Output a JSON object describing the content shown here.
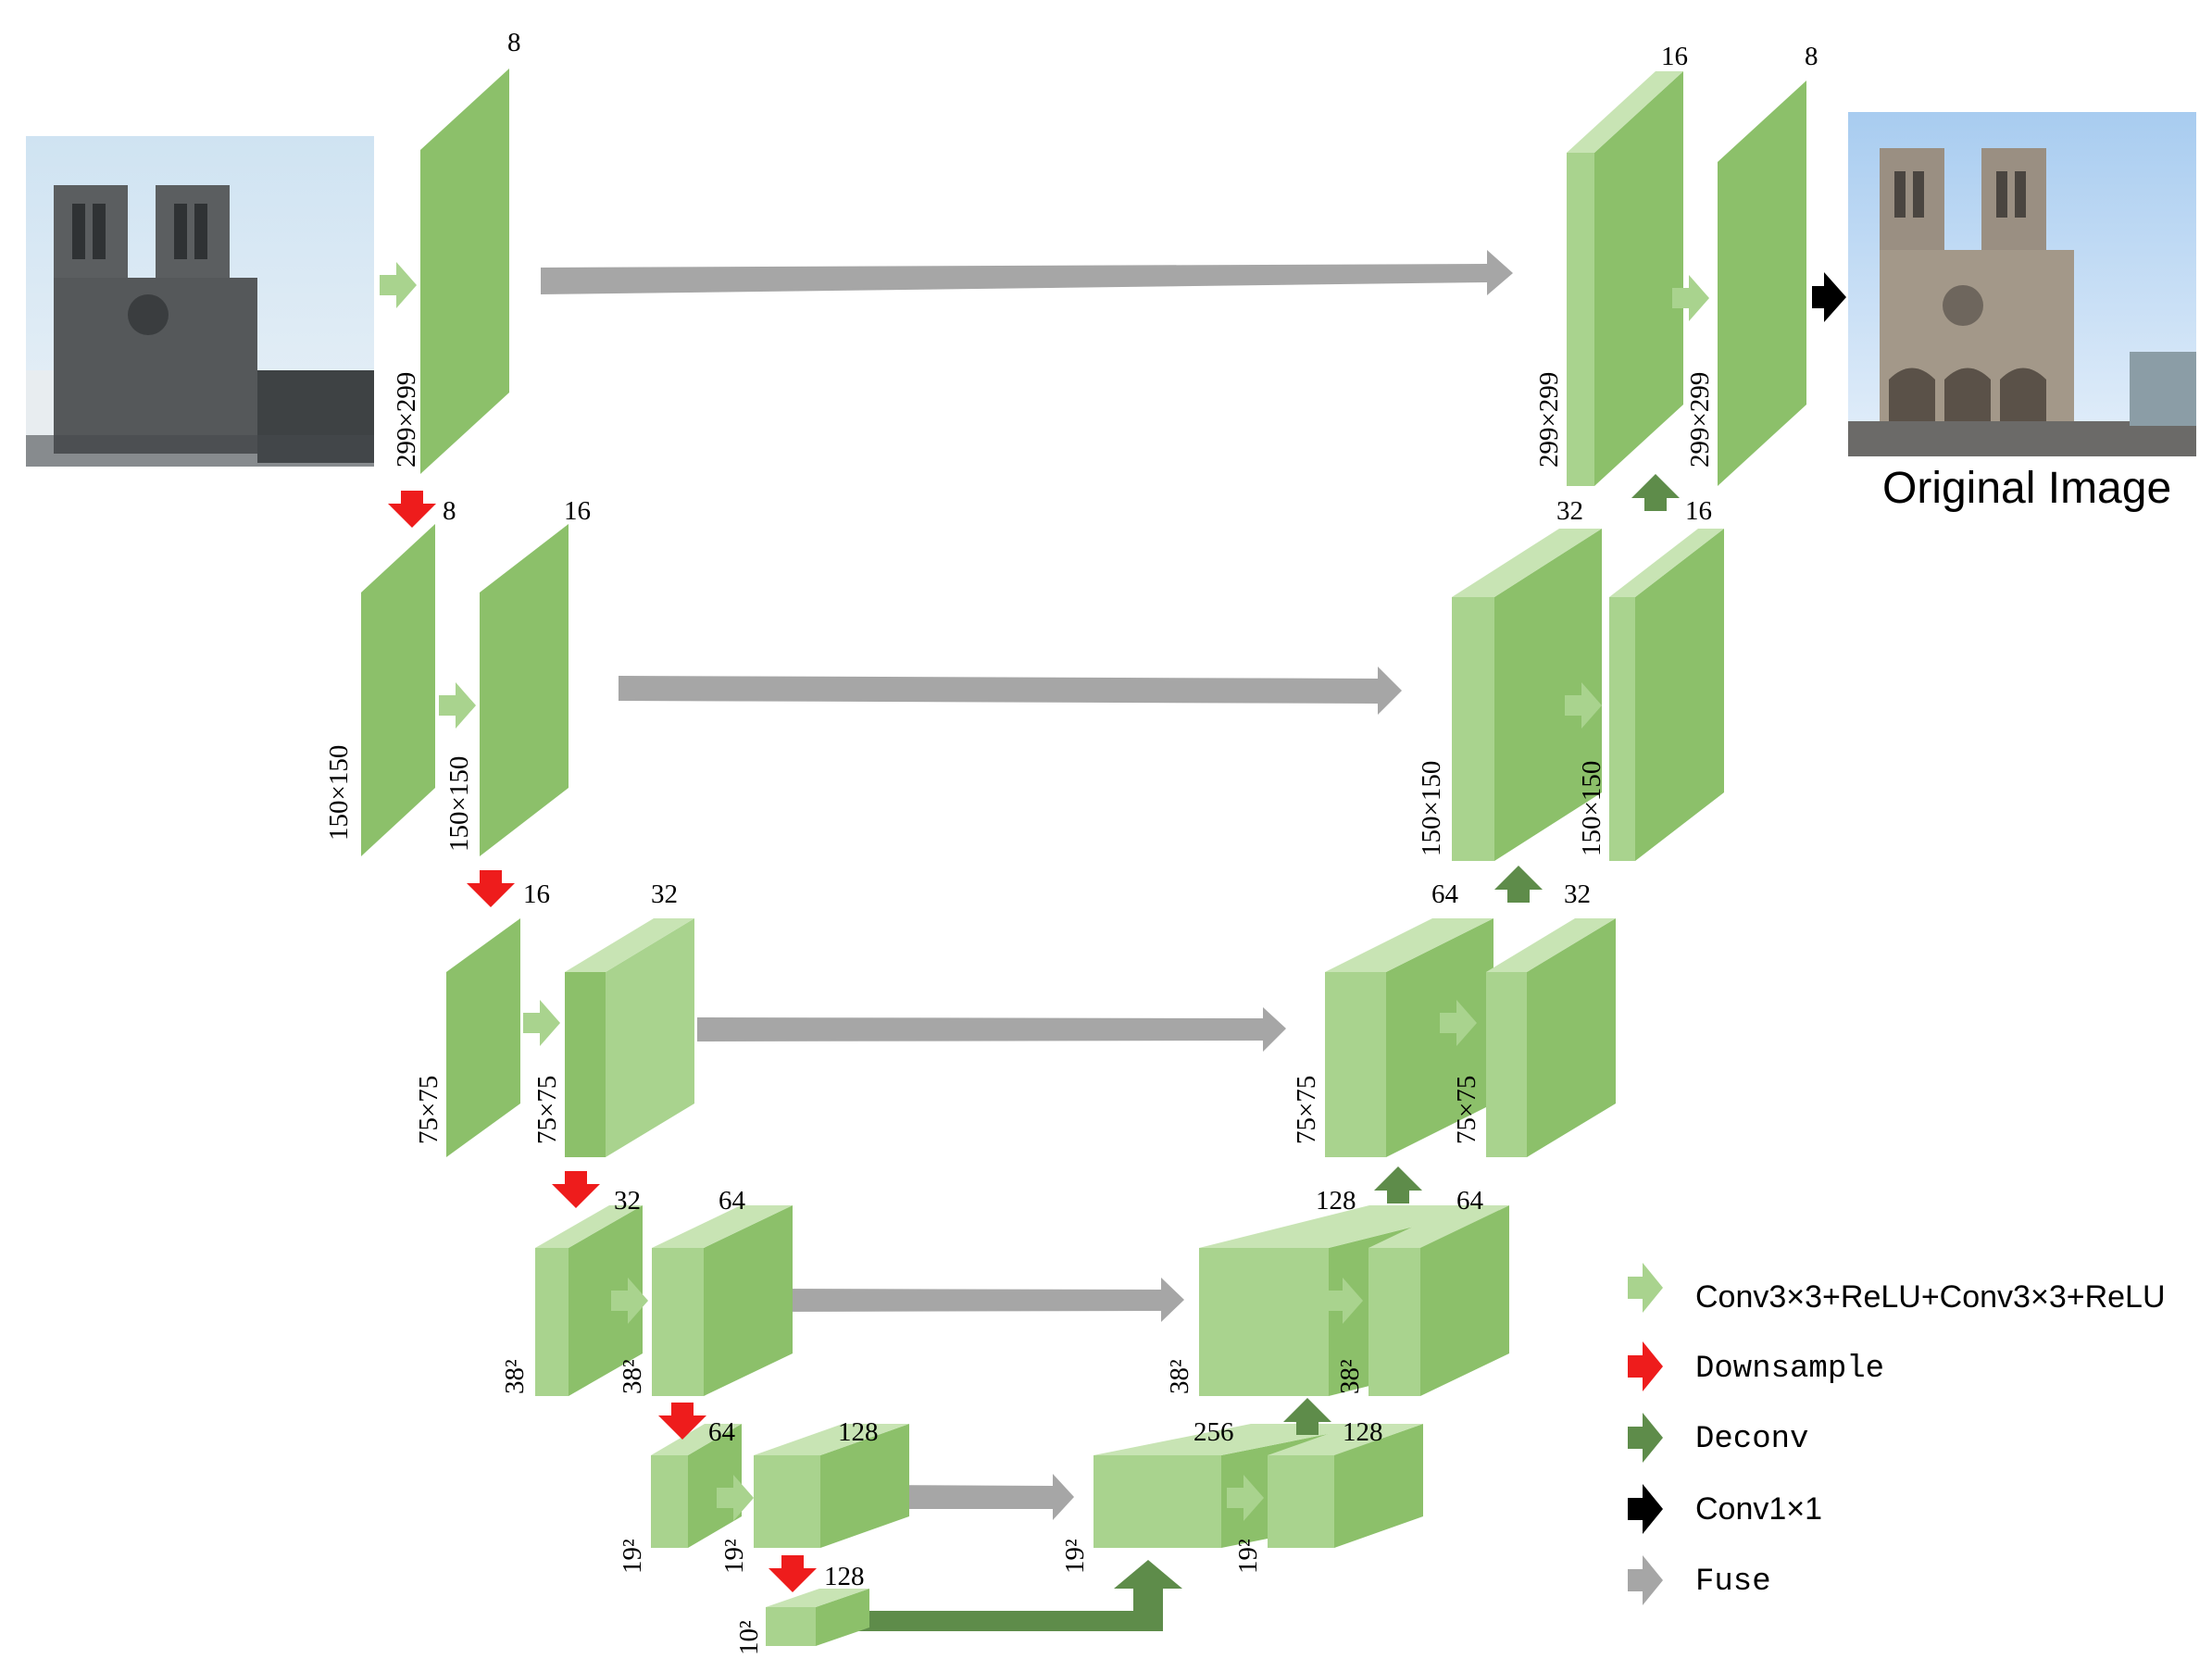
{
  "colors": {
    "block_front": "#8cc06a",
    "block_side": "#a9d38e",
    "block_top": "#c8e4b4",
    "block_front_light": "#a9d38e",
    "block_side_dark": "#8cc06a",
    "conv_arrow": "#a9d38e",
    "downsample_arrow": "#ee1c1c",
    "deconv_arrow": "#5e8c4a",
    "conv1x1_arrow": "#000000",
    "fuse_arrow": "#a6a6a6"
  },
  "blocks": [
    {
      "id": "enc1a",
      "channels": "8",
      "size": "299×299"
    },
    {
      "id": "enc2a",
      "channels": "8",
      "size": "150×150"
    },
    {
      "id": "enc2b",
      "channels": "16",
      "size": "150×150"
    },
    {
      "id": "enc3a",
      "channels": "16",
      "size": "75×75"
    },
    {
      "id": "enc3b",
      "channels": "32",
      "size": "75×75"
    },
    {
      "id": "enc4a",
      "channels": "32",
      "size": "38²"
    },
    {
      "id": "enc4b",
      "channels": "64",
      "size": "38²"
    },
    {
      "id": "enc5a",
      "channels": "64",
      "size": "19²"
    },
    {
      "id": "enc5b",
      "channels": "128",
      "size": "19²"
    },
    {
      "id": "bottom",
      "channels": "128",
      "size": "10²"
    },
    {
      "id": "dec5a",
      "channels": "256",
      "size": "19²"
    },
    {
      "id": "dec5b",
      "channels": "128",
      "size": "19²"
    },
    {
      "id": "dec4a",
      "channels": "128",
      "size": "38²"
    },
    {
      "id": "dec4b",
      "channels": "64",
      "size": "38²"
    },
    {
      "id": "dec3a",
      "channels": "64",
      "size": "75×75"
    },
    {
      "id": "dec3b",
      "channels": "32",
      "size": "75×75"
    },
    {
      "id": "dec2a",
      "channels": "32",
      "size": "150×150"
    },
    {
      "id": "dec2b",
      "channels": "16",
      "size": "150×150"
    },
    {
      "id": "dec1a",
      "channels": "16",
      "size": "299×299"
    },
    {
      "id": "dec1b",
      "channels": "8",
      "size": "299×299"
    }
  ],
  "output_label": "Original Image",
  "legend": [
    {
      "icon": "light-green-arrow-icon",
      "label": "Conv3×3+ReLU+Conv3×3+ReLU"
    },
    {
      "icon": "red-arrow-icon",
      "label": "Downsample"
    },
    {
      "icon": "dark-green-arrow-icon",
      "label": "Deconv"
    },
    {
      "icon": "black-arrow-icon",
      "label": "Conv1×1"
    },
    {
      "icon": "gray-arrow-icon",
      "label": "Fuse"
    }
  ]
}
